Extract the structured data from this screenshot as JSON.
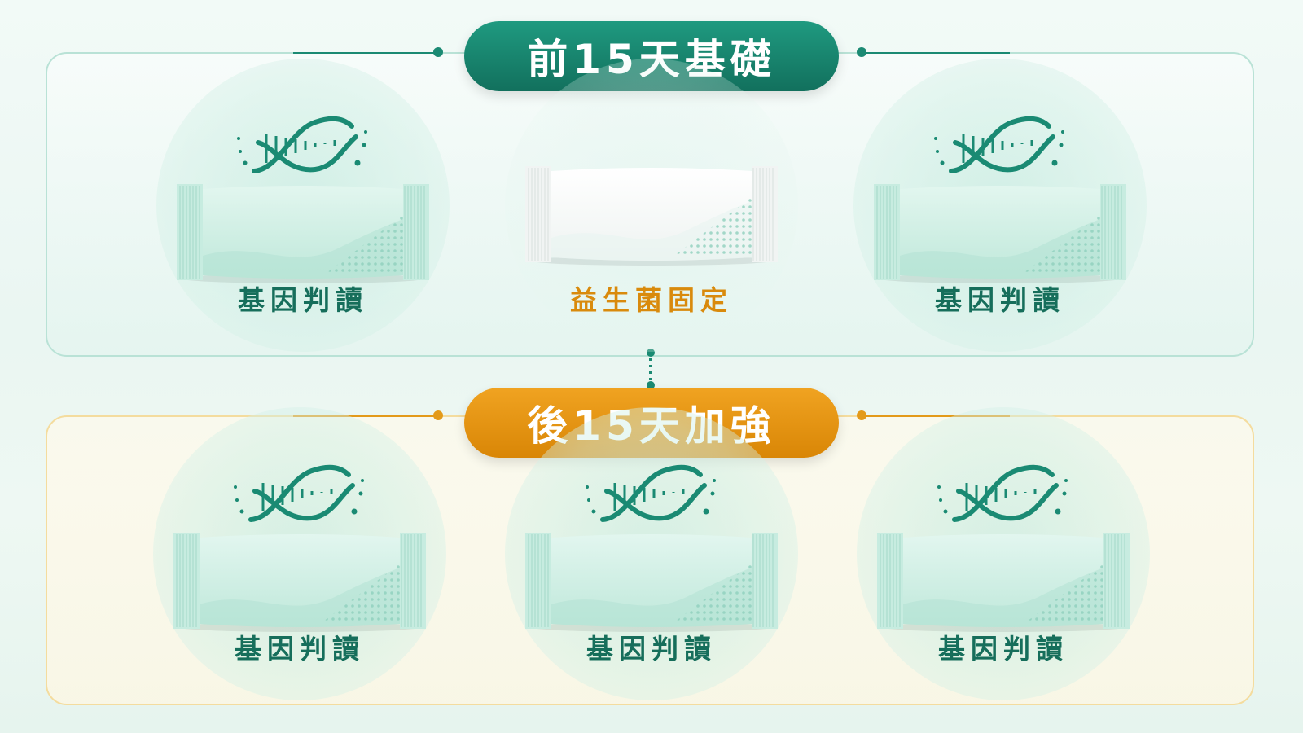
{
  "phase1": {
    "title": "前15天基礎",
    "items": [
      {
        "label": "基因判讀"
      },
      {
        "label": "益生菌固定"
      },
      {
        "label": "基因判讀"
      }
    ]
  },
  "phase2": {
    "title": "後15天加強",
    "items": [
      {
        "label": "基因判讀"
      },
      {
        "label": "基因判讀"
      },
      {
        "label": "基因判讀"
      }
    ]
  },
  "colors": {
    "teal": "#166e5b",
    "orange": "#d98a0c",
    "mint_packet": "#cfeee4",
    "white_packet": "#ffffff"
  },
  "icons": [
    "dna-icon",
    "packet-icon"
  ]
}
